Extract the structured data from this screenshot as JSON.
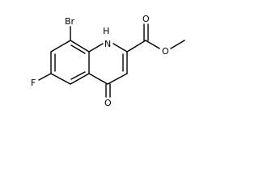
{
  "molecule": {
    "atoms": {
      "bromine": "Br",
      "nitrogen_hydrogen": "H",
      "nitrogen": "N",
      "fluorine": "F",
      "ketone_oxygen": "O",
      "ester_carbonyl_oxygen": "O",
      "ester_ether_oxygen": "O"
    },
    "colors": {
      "bond": "#000000",
      "label": "#000000",
      "background": "#ffffff"
    }
  }
}
